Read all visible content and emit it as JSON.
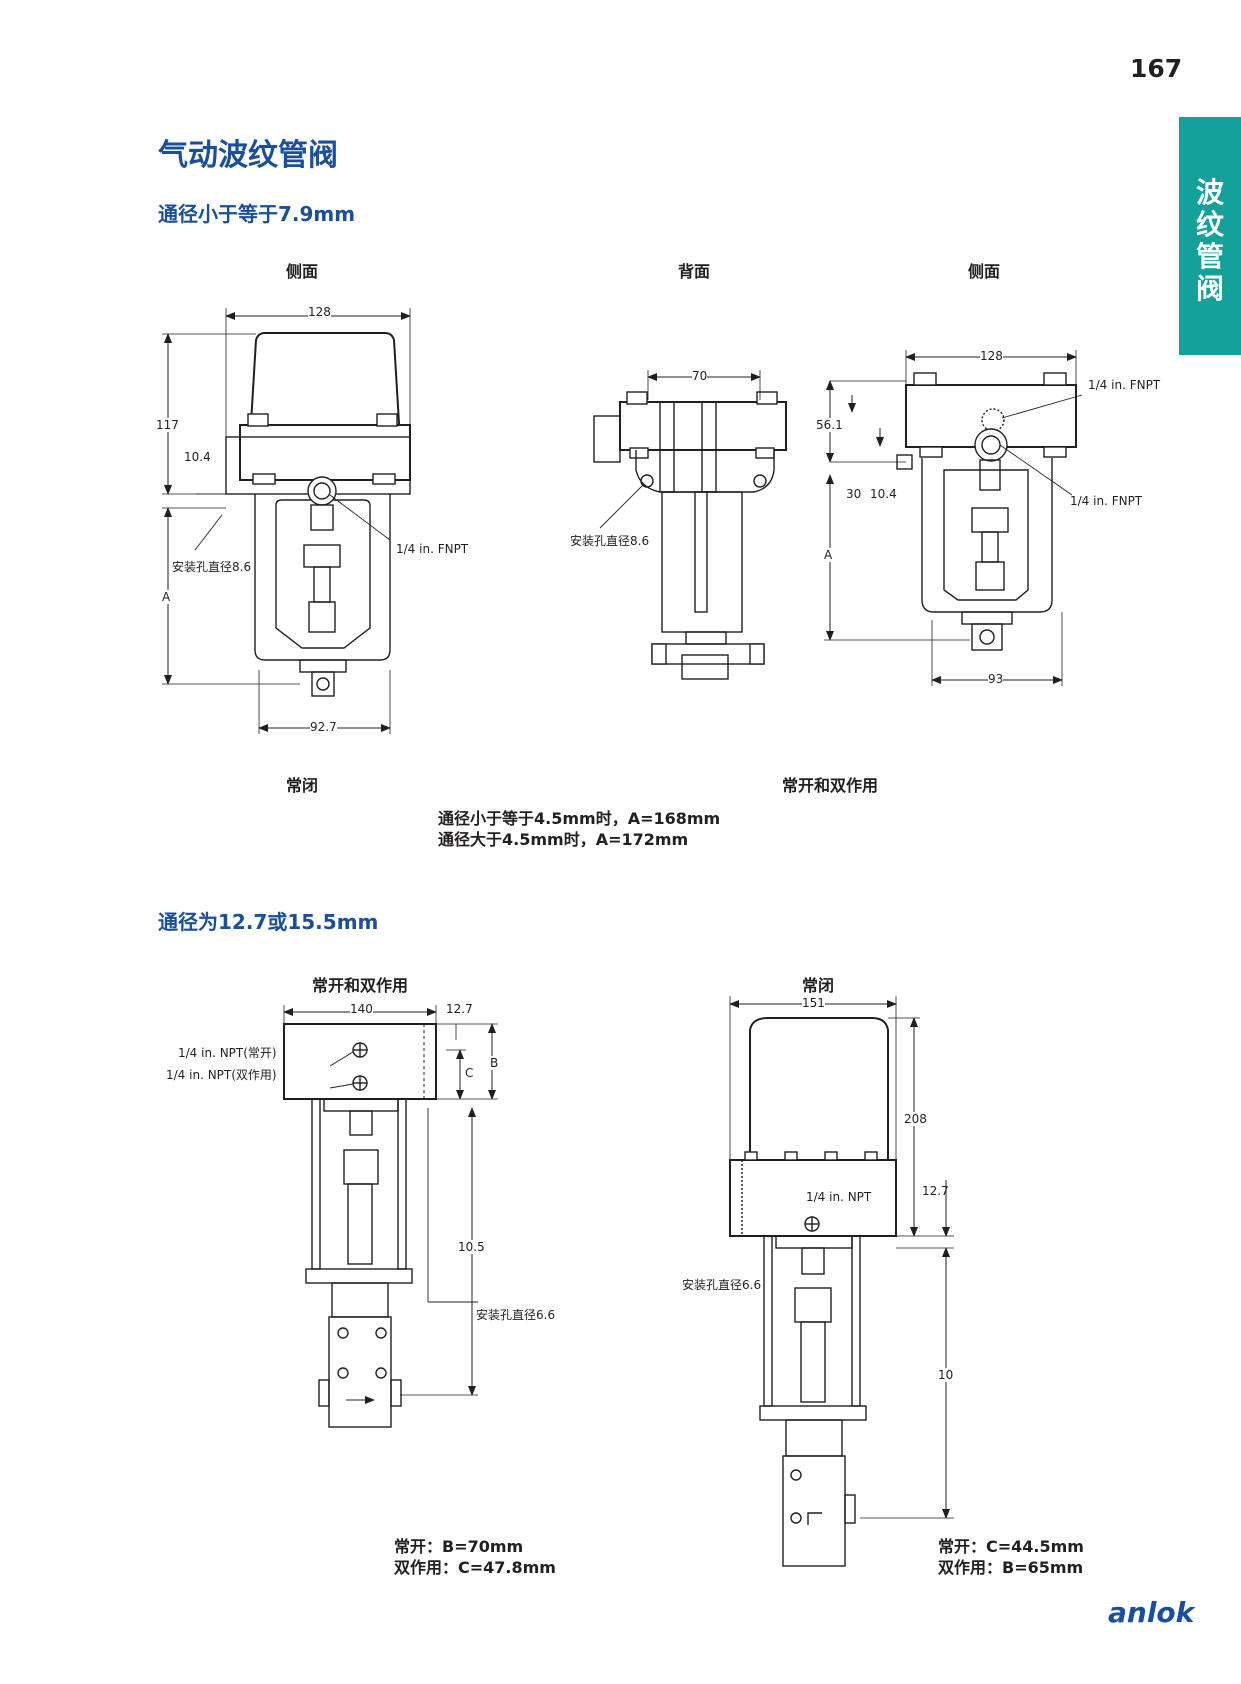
{
  "page_number": "167",
  "side_tab": [
    "波",
    "纹",
    "管",
    "阀"
  ],
  "title": "气动波纹管阀",
  "section1": {
    "heading": "通径小于等于7.9mm",
    "views": {
      "side_left": "侧面",
      "back": "背面",
      "side_right": "侧面"
    },
    "dims_left": {
      "width": "128",
      "height": "117",
      "offset": "10.4",
      "a": "A",
      "base": "92.7",
      "mount": "安装孔直径8.6",
      "port": "1/4 in. FNPT"
    },
    "dims_back": {
      "width": "70",
      "mount": "安装孔直径8.6"
    },
    "dims_right": {
      "width": "128",
      "h1": "56.1",
      "d30": "30",
      "d104": "10.4",
      "a": "A",
      "base": "93",
      "port_top": "1/4 in. FNPT",
      "port_bottom": "1/4 in. FNPT"
    },
    "caption_left": "常闭",
    "caption_right": "常开和双作用",
    "notes": [
      "通径小于等于4.5mm时，A=168mm",
      "通径大于4.5mm时，A=172mm"
    ]
  },
  "section2": {
    "heading": "通径为12.7或15.5mm",
    "left": {
      "view": "常开和双作用",
      "dims": {
        "width": "140",
        "side": "12.7",
        "b": "B",
        "c": "C",
        "height": "10.5"
      },
      "port_no": "1/4 in. NPT(常开)",
      "port_da": "1/4 in. NPT(双作用)",
      "mount": "安装孔直径6.6",
      "notes": [
        "常开：B=70mm",
        "双作用：C=47.8mm"
      ]
    },
    "right": {
      "view": "常闭",
      "dims": {
        "width": "151",
        "h208": "208",
        "h127": "12.7",
        "h10": "10"
      },
      "port": "1/4 in. NPT",
      "mount": "安装孔直径6.6",
      "notes": [
        "常开：C=44.5mm",
        "双作用：B=65mm"
      ]
    }
  },
  "brand": "anlok",
  "colors": {
    "accent": "#1a4f9c",
    "tab": "#14a19c"
  }
}
